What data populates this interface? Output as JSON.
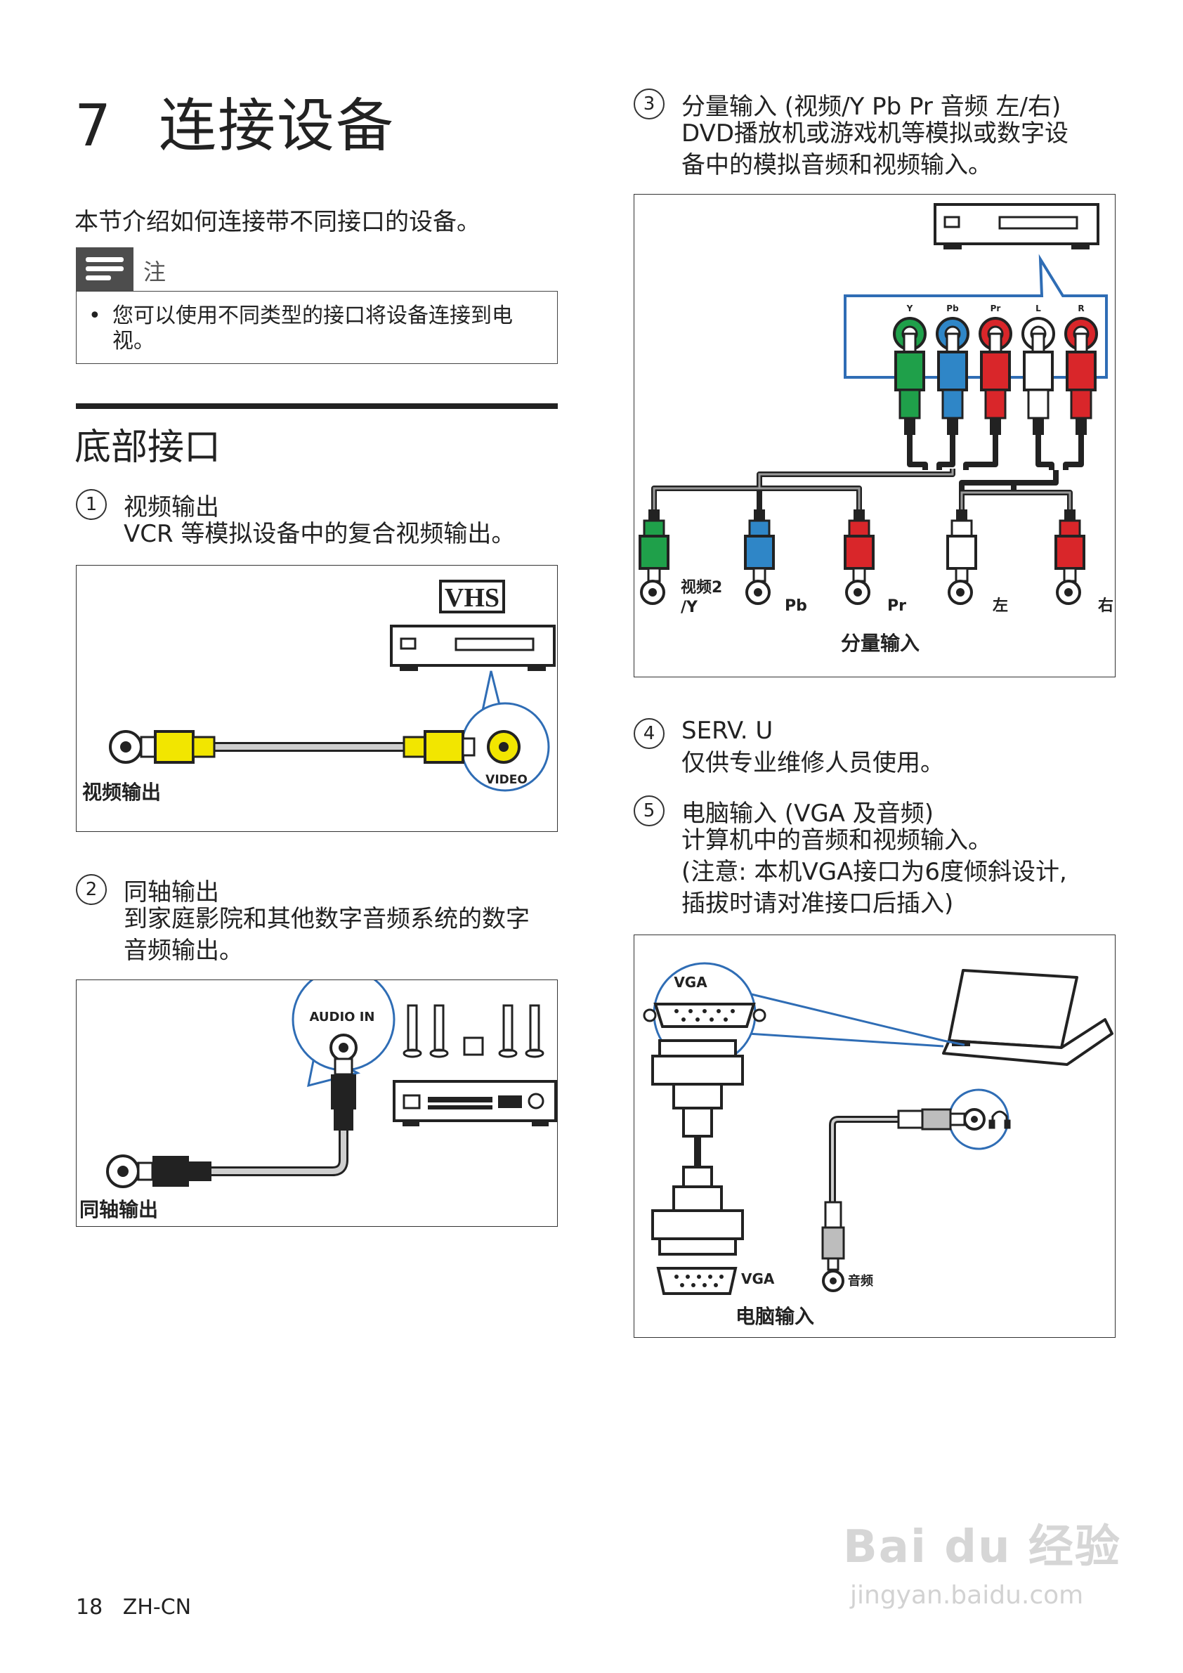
{
  "chapter": {
    "number": "7",
    "title": "连接设备"
  },
  "intro": "本节介绍如何连接带不同接口的设备。",
  "note": {
    "label": "注",
    "bullet": "•",
    "text": "您可以使用不同类型的接口将设备连接到电视。"
  },
  "section_title": "底部接口",
  "items": [
    {
      "num": "1",
      "title": "视频输出",
      "desc": "VCR 等模拟设备中的复合视频输出。"
    },
    {
      "num": "2",
      "title": "同轴输出",
      "desc_lines": [
        "到家庭影院和其他数字音频系统的数字",
        "音频输出。"
      ]
    },
    {
      "num": "3",
      "title": "分量输入 (视频/Y Pb Pr  音频 左/右)",
      "desc_lines": [
        "DVD播放机或游戏机等模拟或数字设",
        "备中的模拟音频和视频输入。"
      ]
    },
    {
      "num": "4",
      "title": "SERV. U",
      "desc": "仅供专业维修人员使用。"
    },
    {
      "num": "5",
      "title": "电脑输入 (VGA  及音频)",
      "desc_lines": [
        "计算机中的音频和视频输入。",
        "(注意: 本机VGA接口为6度倾斜设计,",
        "插拔时请对准接口后插入)"
      ]
    }
  ],
  "fig_video": {
    "logo": "VHS",
    "port_label": "VIDEO",
    "caption": "视频输出"
  },
  "fig_coax": {
    "port_label": "AUDIO IN",
    "caption": "同轴输出"
  },
  "fig_component": {
    "jacks": [
      "Y",
      "Pb",
      "Pr",
      "L",
      "R"
    ],
    "jack_colors": [
      "#1fa04a",
      "#2f86c7",
      "#d9262a",
      "#ffffff",
      "#d9262a"
    ],
    "bottom_labels": {
      "y": "视频2\n/Y",
      "y1": "视频2",
      "y2": "/Y",
      "pb": "Pb",
      "pr": "Pr",
      "l": "左",
      "r": "右"
    },
    "caption": "分量输入"
  },
  "fig_pc": {
    "vga_top": "VGA",
    "vga_bottom": "VGA",
    "audio": "音频",
    "caption": "电脑输入"
  },
  "footer": {
    "page": "18",
    "locale": "ZH-CN"
  },
  "watermark": {
    "brand": "Bai du 经验",
    "url": "jingyan.baidu.com"
  }
}
